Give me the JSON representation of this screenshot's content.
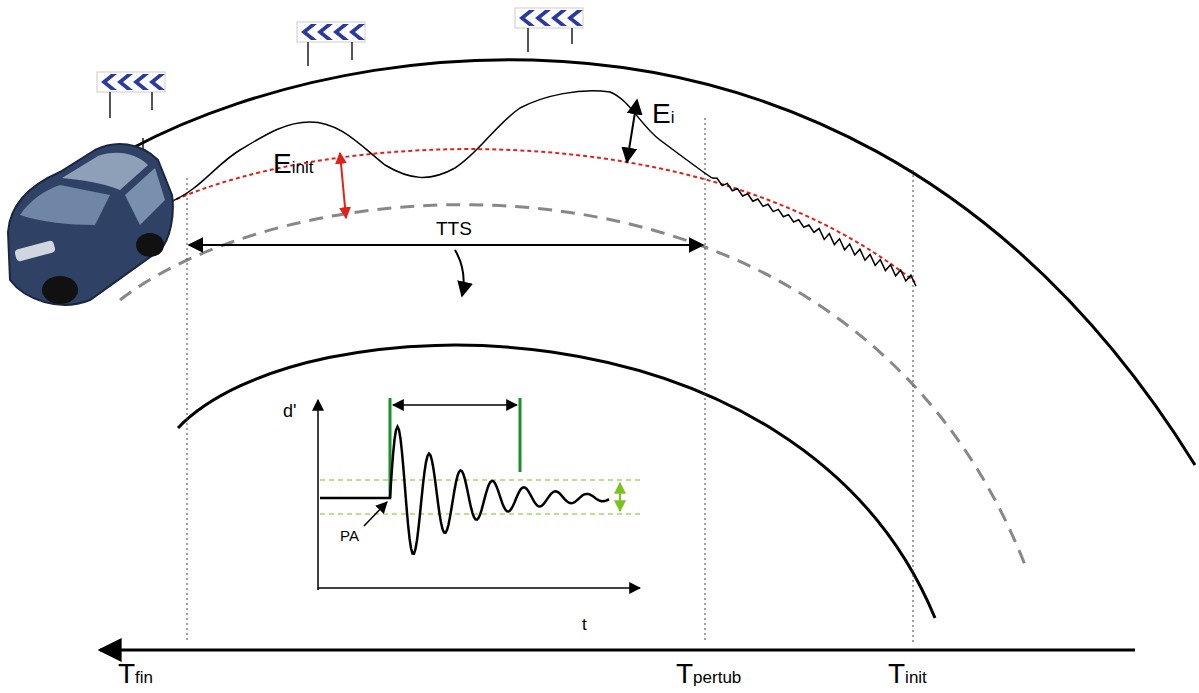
{
  "diagram": {
    "labels": [
      "Einit",
      "Ei",
      "TTS",
      "d'",
      "PA",
      "t",
      "Tfin",
      "Tpertub",
      "Tinit"
    ]
  }
}
